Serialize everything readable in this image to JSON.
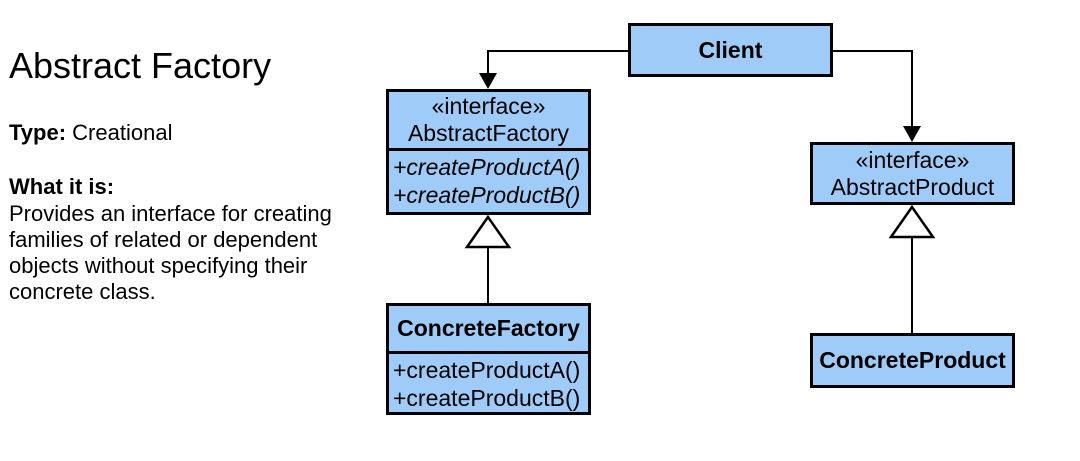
{
  "left_panel": {
    "title": "Abstract Factory",
    "type_label": "Type:",
    "type_value": "Creational",
    "what_label": "What it is:",
    "description": "Provides an interface for creating families of related or dependent objects without specifying their concrete class."
  },
  "diagram": {
    "box_fill_color": "#9ECBF8",
    "line_color": "#000000",
    "client": {
      "name": "Client"
    },
    "abstract_factory": {
      "stereotype": "«interface»",
      "name": "AbstractFactory",
      "methods": [
        "+createProductA()",
        "+createProductB()"
      ]
    },
    "concrete_factory": {
      "name": "ConcreteFactory",
      "methods": [
        "+createProductA()",
        "+createProductB()"
      ]
    },
    "abstract_product": {
      "stereotype": "«interface»",
      "name": "AbstractProduct"
    },
    "concrete_product": {
      "name": "ConcreteProduct"
    }
  }
}
